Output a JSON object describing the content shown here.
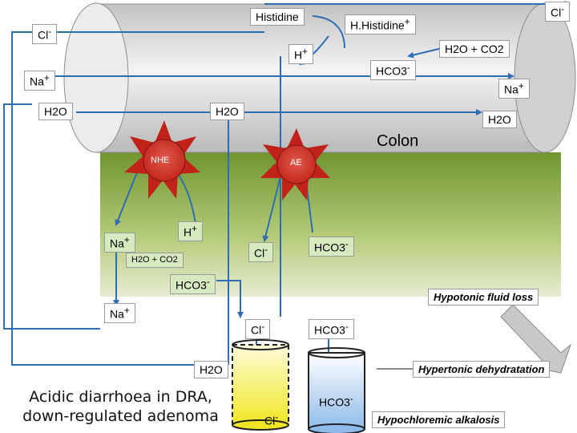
{
  "labels": {
    "histidine": "Histidine",
    "h_histidine": "H.Histidine",
    "h_histidine_sup": "+",
    "cl_top_left": "Cl",
    "cl_top_left_sup": "-",
    "cl_top_right": "Cl",
    "cl_top_right_sup": "-",
    "h_plus_top": "H",
    "h_plus_top_sup": "+",
    "h2o_co2_top": "H2O + CO2",
    "hco3_top": "HCO3",
    "hco3_top_sup": "-",
    "na_left": "Na",
    "na_left_sup": "+",
    "na_right": "Na",
    "na_right_sup": "+",
    "h2o_left": "H2O",
    "h2o_mid": "H2O",
    "h2o_right": "H2O",
    "colon": "Colon",
    "nhe": "NHE",
    "ae": "AE",
    "h_plus_cell": "H",
    "h_plus_cell_sup": "+",
    "na_cell": "Na",
    "na_cell_sup": "+",
    "h2o_co2_cell": "H2O + CO2",
    "cl_cell": "Cl",
    "cl_cell_sup": "-",
    "hco3_cell": "HCO3",
    "hco3_cell_sup": "-",
    "hco3_cell_low": "HCO3",
    "hco3_cell_low_sup": "-",
    "na_blood": "Na",
    "na_blood_sup": "+",
    "cl_blood": "Cl",
    "cl_blood_sup": "-",
    "hco3_blood": "HCO3",
    "hco3_blood_sup": "-",
    "h2o_blood": "H2O",
    "cl_beaker": "Cl",
    "cl_beaker_sup": "-",
    "hco3_beaker": "HCO3",
    "hco3_beaker_sup": "-",
    "hypotonic": "Hypotonic fluid loss",
    "hypertonic": "Hypertonic dehydratation",
    "hypochloremic": "Hypochloremic alkalosis",
    "caption_line1": "Acidic diarrhoea in DRA,",
    "caption_line2": "down-regulated adenoma"
  },
  "colors": {
    "arrow_blue": "#2d6db5",
    "colon_grey": "#d4d4d4",
    "tissue_green": "#8fb04a",
    "transporter_red": "#d63a30",
    "beaker_yellow": "#f2ea2a",
    "beaker_blue": "#9bc3ee"
  }
}
